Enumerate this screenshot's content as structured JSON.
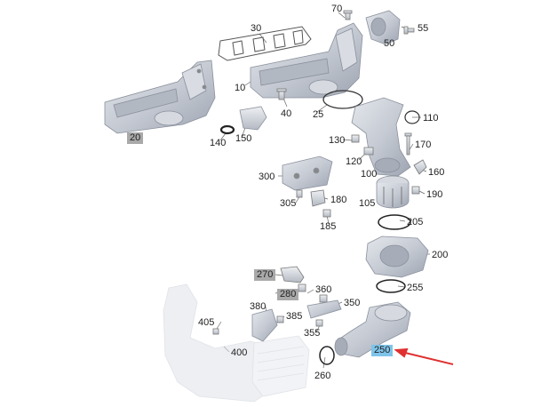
{
  "diagram": {
    "part_labels": [
      {
        "id": "20",
        "text": "20",
        "style": "gray"
      },
      {
        "id": "30",
        "text": "30",
        "style": "plain"
      },
      {
        "id": "70",
        "text": "70",
        "style": "plain"
      },
      {
        "id": "50",
        "text": "50",
        "style": "plain"
      },
      {
        "id": "55",
        "text": "55",
        "style": "plain"
      },
      {
        "id": "10",
        "text": "10",
        "style": "plain"
      },
      {
        "id": "40",
        "text": "40",
        "style": "plain"
      },
      {
        "id": "25",
        "text": "25",
        "style": "plain"
      },
      {
        "id": "110",
        "text": "110",
        "style": "plain"
      },
      {
        "id": "140",
        "text": "140",
        "style": "plain"
      },
      {
        "id": "150",
        "text": "150",
        "style": "plain"
      },
      {
        "id": "130",
        "text": "130",
        "style": "plain"
      },
      {
        "id": "170",
        "text": "170",
        "style": "plain"
      },
      {
        "id": "120",
        "text": "120",
        "style": "plain"
      },
      {
        "id": "160",
        "text": "160",
        "style": "plain"
      },
      {
        "id": "300",
        "text": "300",
        "style": "plain"
      },
      {
        "id": "100",
        "text": "100",
        "style": "plain"
      },
      {
        "id": "190",
        "text": "190",
        "style": "plain"
      },
      {
        "id": "305",
        "text": "305",
        "style": "plain"
      },
      {
        "id": "180",
        "text": "180",
        "style": "plain"
      },
      {
        "id": "105",
        "text": "105",
        "style": "plain"
      },
      {
        "id": "205",
        "text": "205",
        "style": "plain"
      },
      {
        "id": "185",
        "text": "185",
        "style": "plain"
      },
      {
        "id": "200",
        "text": "200",
        "style": "plain"
      },
      {
        "id": "270",
        "text": "270",
        "style": "gray"
      },
      {
        "id": "255",
        "text": "255",
        "style": "plain"
      },
      {
        "id": "280",
        "text": "280",
        "style": "gray"
      },
      {
        "id": "360",
        "text": "360",
        "style": "plain"
      },
      {
        "id": "380",
        "text": "380",
        "style": "plain"
      },
      {
        "id": "350",
        "text": "350",
        "style": "plain"
      },
      {
        "id": "405",
        "text": "405",
        "style": "plain"
      },
      {
        "id": "385",
        "text": "385",
        "style": "plain"
      },
      {
        "id": "355",
        "text": "355",
        "style": "plain"
      },
      {
        "id": "400",
        "text": "400",
        "style": "plain"
      },
      {
        "id": "250",
        "text": "250",
        "style": "blue"
      },
      {
        "id": "260",
        "text": "260",
        "style": "plain"
      }
    ],
    "highlight_color": "#7ec4ea",
    "arrow_color": "#e03030",
    "part_fill": "#c8cdd6",
    "part_stroke": "#8a909c"
  }
}
